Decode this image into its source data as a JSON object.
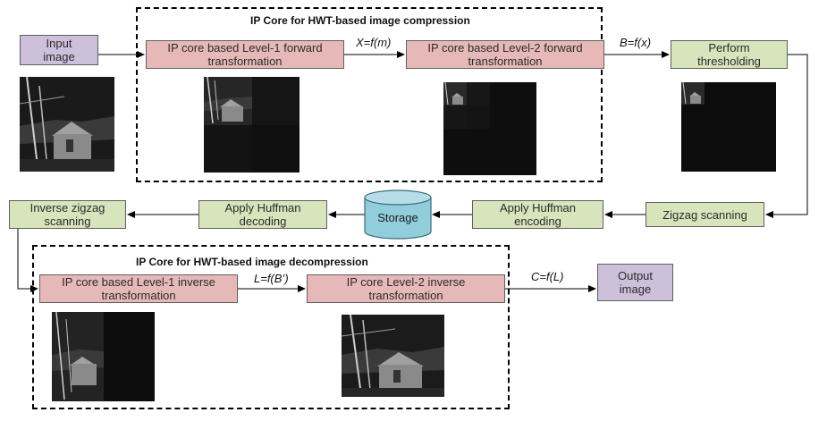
{
  "compression": {
    "title": "IP Core for HWT-based image compression",
    "input_image": "Input\nimage",
    "level1_forward": "IP core based Level-1 forward\ntransformation",
    "level2_forward": "IP core based Level-2 forward\ntransformation",
    "thresholding": "Perform\nthresholding",
    "label_x": "X=f(m)",
    "label_b": "B=f(x)"
  },
  "middle_row": {
    "zigzag": "Zigzag scanning",
    "huffman_encoding": "Apply Huffman\nencoding",
    "storage": "Storage",
    "huffman_decoding": "Apply Huffman\ndecoding",
    "inverse_zigzag": "Inverse zigzag\nscanning"
  },
  "decompression": {
    "title": "IP Core for HWT-based image decompression",
    "level1_inverse": "IP core based Level-1 inverse\ntransformation",
    "level2_inverse": "IP core Level-2 inverse\ntransformation",
    "output_image": "Output\nimage",
    "label_l": "L=f(B’)",
    "label_c": "C=f(L)"
  },
  "colors": {
    "io_box": "#ccc0da",
    "transform_box": "#e6b9b8",
    "process_box": "#d7e4bc",
    "storage": "#92cddc"
  }
}
